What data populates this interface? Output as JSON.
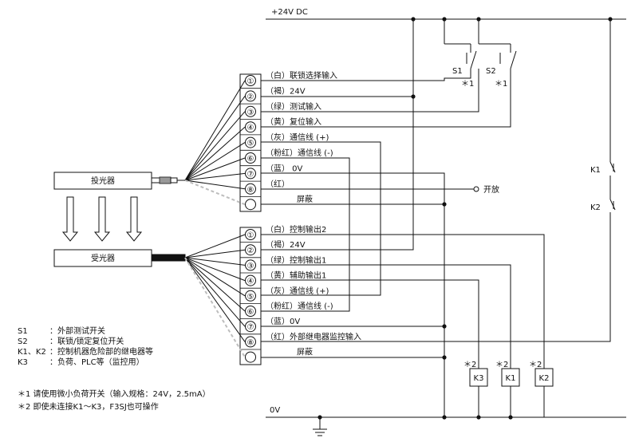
{
  "power": {
    "plus": "+24V DC",
    "minus": "0V"
  },
  "emitter": {
    "label": "投光器",
    "terminals": [
      {
        "num": "①",
        "label": "（白）联锁选择输入"
      },
      {
        "num": "②",
        "label": "（褐）24V"
      },
      {
        "num": "③",
        "label": "（绿）测试输入"
      },
      {
        "num": "④",
        "label": "（黄）复位输入"
      },
      {
        "num": "⑤",
        "label": "（灰）通信线 (+)"
      },
      {
        "num": "⑥",
        "label": "（粉红）通信线 (-)"
      },
      {
        "num": "⑦",
        "label": "（蓝） 0V"
      },
      {
        "num": "⑧",
        "label": "（红）"
      },
      {
        "num": "",
        "label": "屏蔽"
      }
    ],
    "open_label": "开放"
  },
  "receiver": {
    "label": "受光器",
    "terminals": [
      {
        "num": "①",
        "label": "（白）控制输出2"
      },
      {
        "num": "②",
        "label": "（褐）24V"
      },
      {
        "num": "③",
        "label": "（绿）控制输出1"
      },
      {
        "num": "④",
        "label": "（黄）辅助输出1"
      },
      {
        "num": "⑤",
        "label": "（灰）通信线 (+)"
      },
      {
        "num": "⑥",
        "label": "（粉红）通信线 (-)"
      },
      {
        "num": "⑦",
        "label": "（蓝）0V"
      },
      {
        "num": "⑧",
        "label": "（红）外部继电器监控输入"
      },
      {
        "num": "",
        "label": "屏蔽"
      }
    ]
  },
  "switches": {
    "s1": "S1",
    "s2": "S2",
    "note_mark": "＊1"
  },
  "contacts": {
    "k1": "K1",
    "k2": "K2"
  },
  "loads": {
    "mark": "＊2",
    "names": [
      "K3",
      "K1",
      "K2"
    ]
  },
  "legend": [
    {
      "key": "S1",
      "desc": "：外部测试开关"
    },
    {
      "key": "S2",
      "desc": "：联锁/锁定复位开关"
    },
    {
      "key": "K1、K2",
      "desc": "：控制机器危险部的继电器等"
    },
    {
      "key": "K3",
      "desc": "：负荷、PLC等（监控用）"
    }
  ],
  "notes": [
    "＊1 请使用微小负荷开关（输入规格：24V，2.5mA）",
    "＊2 即使未连接K1～K3，F3SJ也可操作"
  ]
}
